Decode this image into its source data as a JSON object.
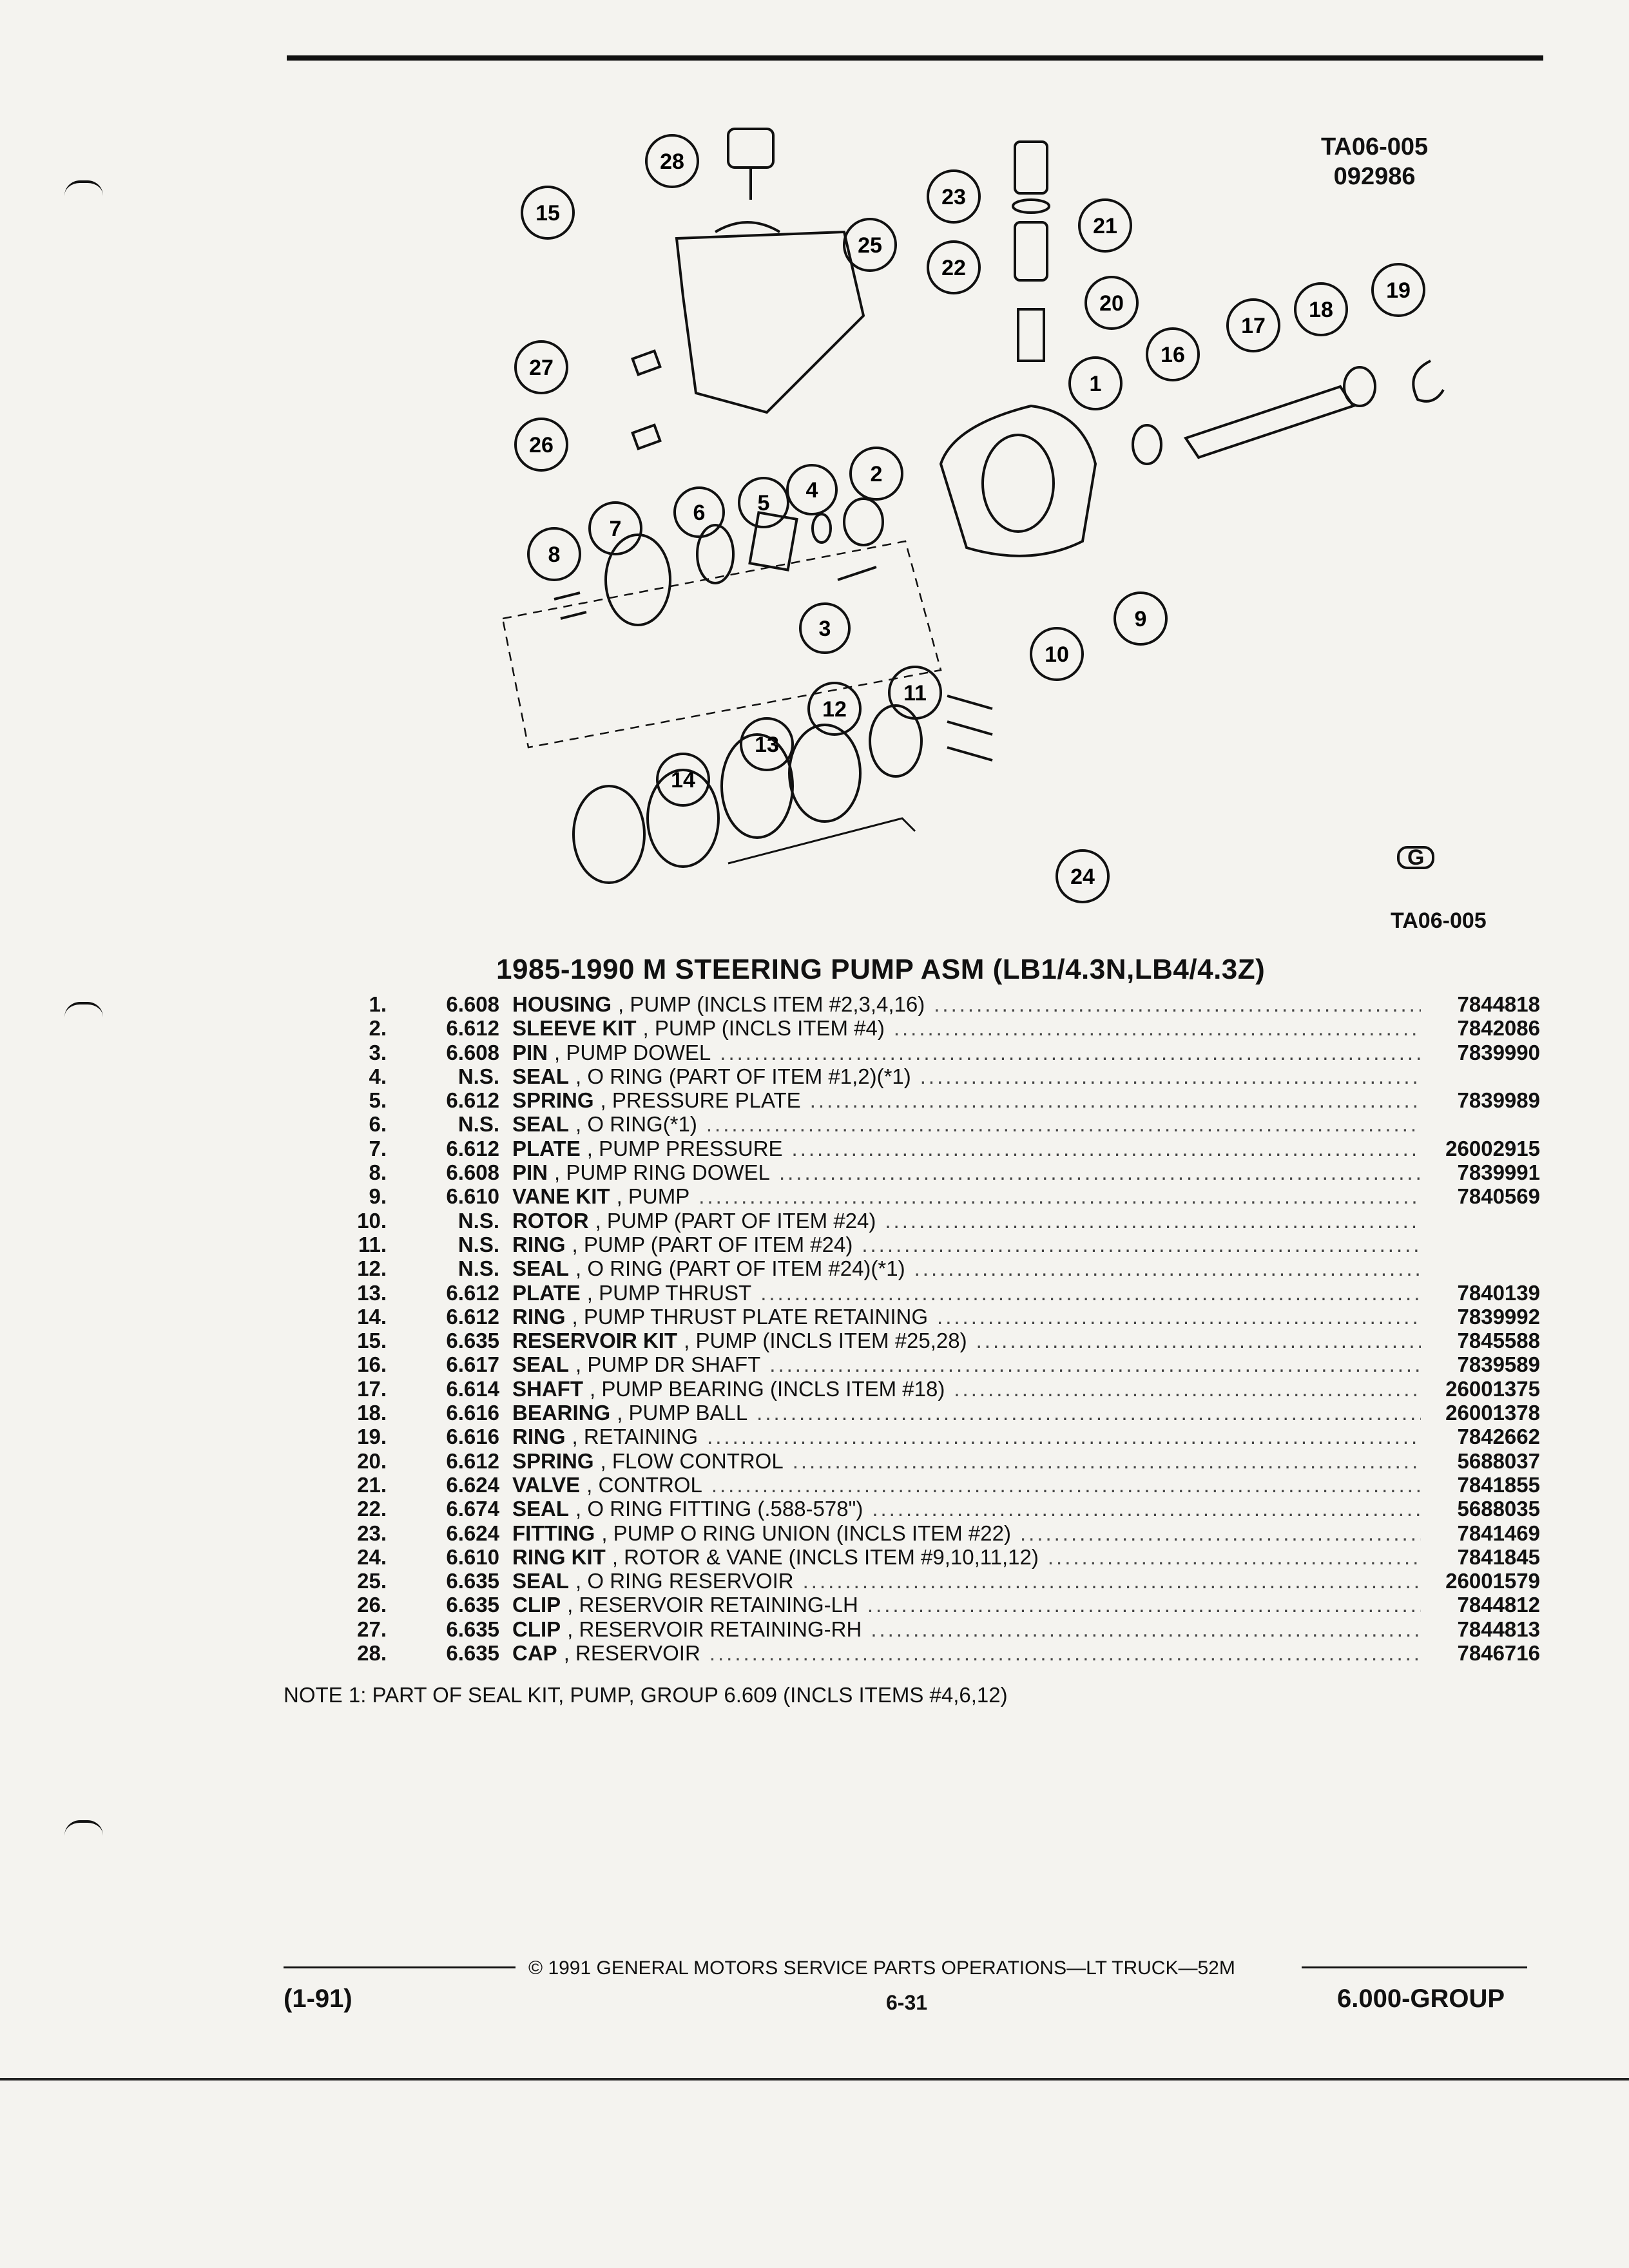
{
  "figure": {
    "code_line1": "TA06-005",
    "code_line2": "092986",
    "label": "TA06-005",
    "logo_text": "G",
    "callouts": [
      "28",
      "15",
      "25",
      "23",
      "22",
      "21",
      "20",
      "27",
      "26",
      "16",
      "17",
      "18",
      "19",
      "1",
      "2",
      "4",
      "5",
      "6",
      "7",
      "8",
      "3",
      "9",
      "10",
      "11",
      "12",
      "13",
      "14",
      "24"
    ]
  },
  "title": "1985-1990 M STEERING PUMP ASM (LB1/4.3N,LB4/4.3Z)",
  "parts": [
    {
      "num": "1.",
      "group": "6.608",
      "name": "HOUSING",
      "detail": ", PUMP (INCLS ITEM #2,3,4,16)",
      "pn": "7844818"
    },
    {
      "num": "2.",
      "group": "6.612",
      "name": "SLEEVE KIT",
      "detail": ", PUMP (INCLS ITEM #4)",
      "pn": "7842086"
    },
    {
      "num": "3.",
      "group": "6.608",
      "name": "PIN",
      "detail": ", PUMP DOWEL",
      "pn": "7839990"
    },
    {
      "num": "4.",
      "group": "N.S.",
      "name": "SEAL",
      "detail": ", O RING (PART OF ITEM #1,2)(*1)",
      "pn": ""
    },
    {
      "num": "5.",
      "group": "6.612",
      "name": "SPRING",
      "detail": ", PRESSURE PLATE",
      "pn": "7839989"
    },
    {
      "num": "6.",
      "group": "N.S.",
      "name": "SEAL",
      "detail": ", O RING(*1)",
      "pn": ""
    },
    {
      "num": "7.",
      "group": "6.612",
      "name": "PLATE",
      "detail": ", PUMP PRESSURE",
      "pn": "26002915"
    },
    {
      "num": "8.",
      "group": "6.608",
      "name": "PIN",
      "detail": ", PUMP RING DOWEL",
      "pn": "7839991"
    },
    {
      "num": "9.",
      "group": "6.610",
      "name": "VANE KIT",
      "detail": ", PUMP",
      "pn": "7840569"
    },
    {
      "num": "10.",
      "group": "N.S.",
      "name": "ROTOR",
      "detail": ", PUMP (PART OF ITEM #24)",
      "pn": ""
    },
    {
      "num": "11.",
      "group": "N.S.",
      "name": "RING",
      "detail": ", PUMP (PART OF ITEM #24)",
      "pn": ""
    },
    {
      "num": "12.",
      "group": "N.S.",
      "name": "SEAL",
      "detail": ", O RING (PART OF ITEM #24)(*1)",
      "pn": ""
    },
    {
      "num": "13.",
      "group": "6.612",
      "name": "PLATE",
      "detail": ", PUMP THRUST",
      "pn": "7840139"
    },
    {
      "num": "14.",
      "group": "6.612",
      "name": "RING",
      "detail": ", PUMP THRUST PLATE RETAINING",
      "pn": "7839992"
    },
    {
      "num": "15.",
      "group": "6.635",
      "name": "RESERVOIR KIT",
      "detail": ", PUMP (INCLS ITEM #25,28)",
      "pn": "7845588"
    },
    {
      "num": "16.",
      "group": "6.617",
      "name": "SEAL",
      "detail": ", PUMP DR SHAFT",
      "pn": "7839589"
    },
    {
      "num": "17.",
      "group": "6.614",
      "name": "SHAFT",
      "detail": ", PUMP BEARING (INCLS ITEM #18)",
      "pn": "26001375"
    },
    {
      "num": "18.",
      "group": "6.616",
      "name": "BEARING",
      "detail": ", PUMP BALL",
      "pn": "26001378"
    },
    {
      "num": "19.",
      "group": "6.616",
      "name": "RING",
      "detail": ", RETAINING",
      "pn": "7842662"
    },
    {
      "num": "20.",
      "group": "6.612",
      "name": "SPRING",
      "detail": ", FLOW CONTROL",
      "pn": "5688037"
    },
    {
      "num": "21.",
      "group": "6.624",
      "name": "VALVE",
      "detail": ", CONTROL",
      "pn": "7841855"
    },
    {
      "num": "22.",
      "group": "6.674",
      "name": "SEAL",
      "detail": ", O RING FITTING (.588-578\")",
      "pn": "5688035"
    },
    {
      "num": "23.",
      "group": "6.624",
      "name": "FITTING",
      "detail": ", PUMP O RING UNION (INCLS ITEM #22)",
      "pn": "7841469"
    },
    {
      "num": "24.",
      "group": "6.610",
      "name": "RING KIT",
      "detail": ", ROTOR & VANE (INCLS ITEM #9,10,11,12)",
      "pn": "7841845"
    },
    {
      "num": "25.",
      "group": "6.635",
      "name": "SEAL",
      "detail": ", O RING RESERVOIR",
      "pn": "26001579"
    },
    {
      "num": "26.",
      "group": "6.635",
      "name": "CLIP",
      "detail": ", RESERVOIR RETAINING-LH",
      "pn": "7844812"
    },
    {
      "num": "27.",
      "group": "6.635",
      "name": "CLIP",
      "detail": ", RESERVOIR RETAINING-RH",
      "pn": "7844813"
    },
    {
      "num": "28.",
      "group": "6.635",
      "name": "CAP",
      "detail": ", RESERVOIR",
      "pn": "7846716"
    }
  ],
  "note": "NOTE 1: PART OF SEAL KIT, PUMP, GROUP 6.609 (INCLS ITEMS #4,6,12)",
  "footer": {
    "copyright": "© 1991 GENERAL MOTORS SERVICE PARTS OPERATIONS—LT TRUCK—52M",
    "left": "(1-91)",
    "page": "6-31",
    "right": "6.000-GROUP"
  }
}
